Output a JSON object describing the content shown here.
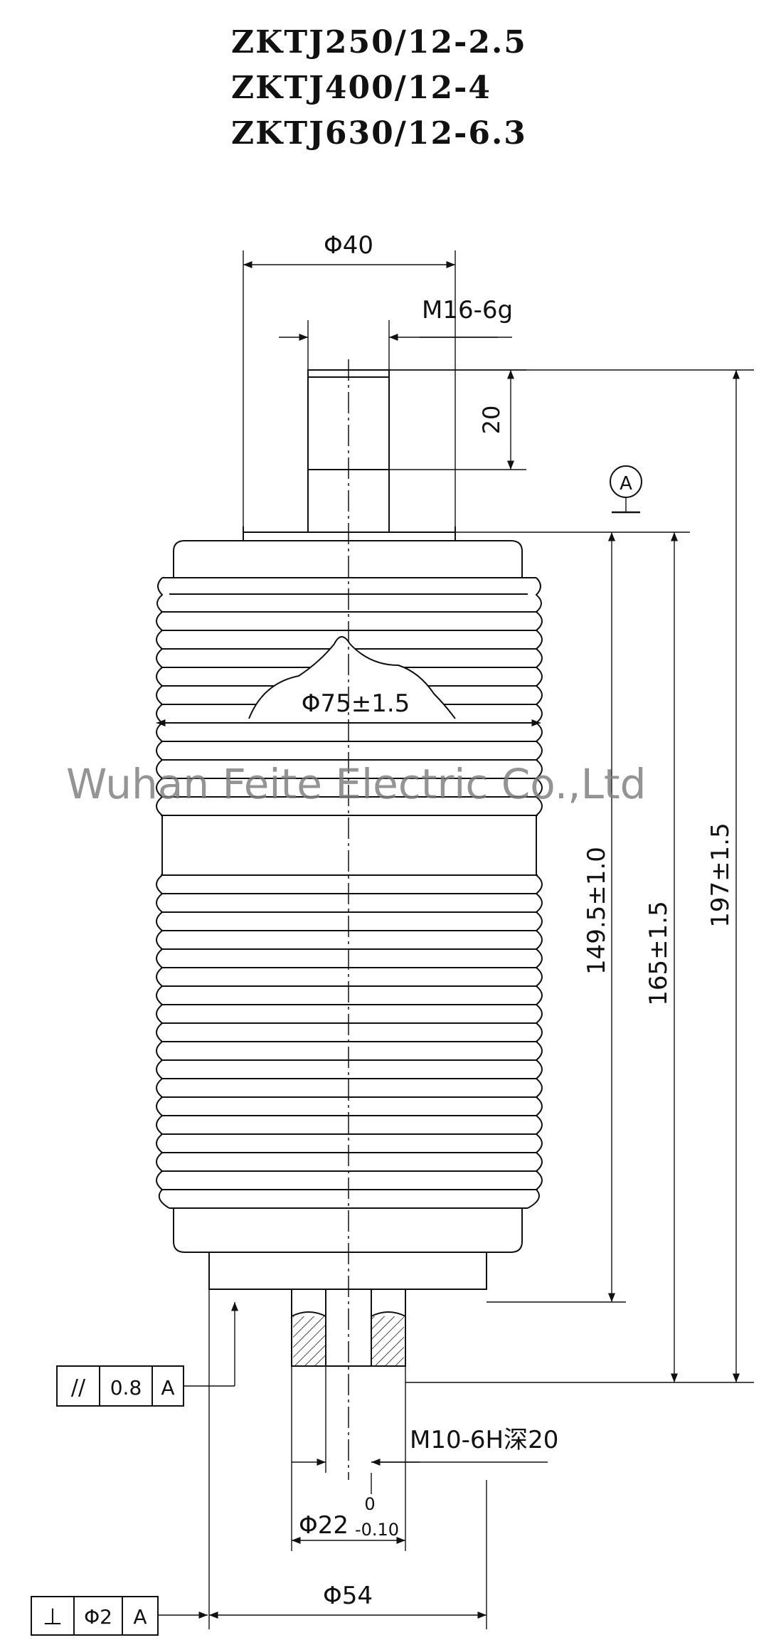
{
  "titles": [
    "ZKTJ250/12-2.5",
    "ZKTJ400/12-4",
    "ZKTJ630/12-6.3"
  ],
  "watermark": "Wuhan Feite Electric Co.,Ltd",
  "dimensions": {
    "d40": "Φ40",
    "m16": "M16-6g",
    "len20": "20",
    "datum": "A",
    "d75": "Φ75±1.5",
    "h149": "149.5±1.0",
    "h165": "165±1.5",
    "h197": "197±1.5",
    "m10": "M10-6H深20",
    "d22": "Φ22",
    "d22_tol_upper": "0",
    "d22_tol_lower": "-0.10",
    "d54": "Φ54"
  },
  "tolerance_frames": [
    {
      "symbol": "//",
      "value": "0.8",
      "datum": "A"
    },
    {
      "symbol": "⊥",
      "value": "Φ2",
      "datum": "A"
    }
  ]
}
